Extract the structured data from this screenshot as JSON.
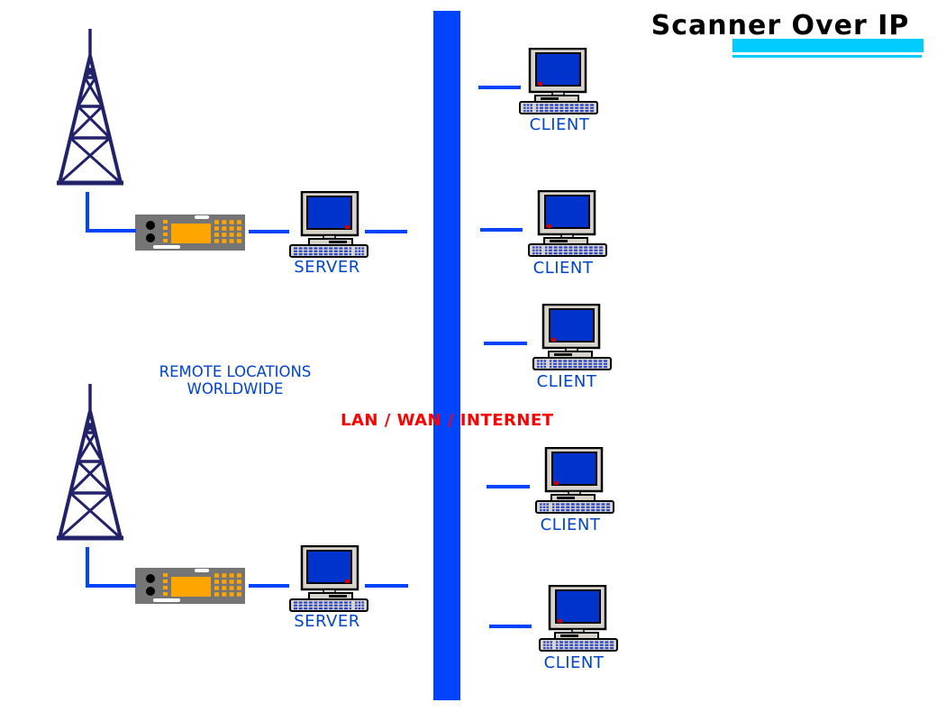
{
  "title": {
    "text": "Scanner Over IP"
  },
  "network": {
    "backbone_label": "LAN / WAN / INTERNET"
  },
  "annotations": {
    "remote_line1": "REMOTE LOCATIONS",
    "remote_line2": "WORLDWIDE"
  },
  "servers": [
    {
      "label": "SERVER"
    },
    {
      "label": "SERVER"
    }
  ],
  "clients": [
    {
      "label": "CLIENT"
    },
    {
      "label": "CLIENT"
    },
    {
      "label": "CLIENT"
    },
    {
      "label": "CLIENT"
    },
    {
      "label": "CLIENT"
    }
  ],
  "icons": {
    "tower": "antenna-tower-icon",
    "scanner": "radio-scanner-icon",
    "server_computer": "server-computer-icon",
    "client_computer": "client-computer-icon"
  },
  "colors": {
    "line_blue": "#0044ff",
    "label_blue": "#0044cc",
    "tower_navy": "#22226b",
    "network_red": "#ff0000",
    "title_cyan": "#00ccff",
    "screen_blue": "#0033cc",
    "scanner_gray": "#757575",
    "scanner_orange": "#ffa500"
  }
}
